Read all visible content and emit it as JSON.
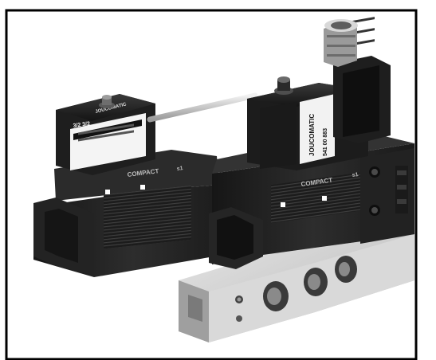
{
  "photo": {
    "brand_left": "JOUCOMATIC",
    "brand_right": "JOUCOMATIC",
    "model_left": "COMPACT",
    "model_right": "COMPACT",
    "code_left": "3/2 3/2",
    "part_number_right": "541 00 883",
    "mark_left": "s1",
    "mark_right": "s1"
  },
  "colors": {
    "border": "#000000",
    "background": "#ffffff",
    "body_dark": "#1f1f1f",
    "aluminum": "#cfcfcf"
  }
}
